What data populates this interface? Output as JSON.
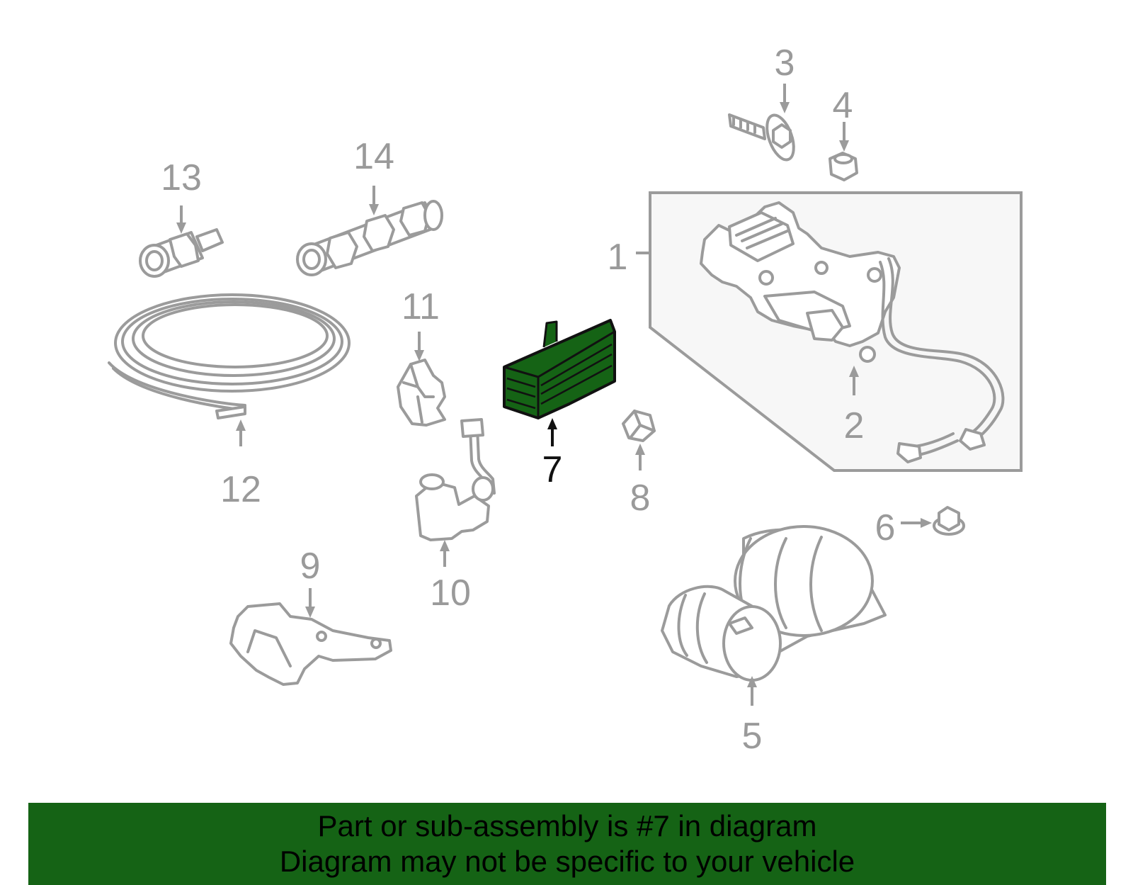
{
  "callouts": {
    "c1": "1",
    "c2": "2",
    "c3": "3",
    "c4": "4",
    "c5": "5",
    "c6": "6",
    "c7": "7",
    "c8": "8",
    "c9": "9",
    "c10": "10",
    "c11": "11",
    "c12": "12",
    "c13": "13",
    "c14": "14"
  },
  "highlight": {
    "part": "7",
    "color": "#156315"
  },
  "banner": {
    "line1": "Part or sub-assembly is #7 in diagram",
    "line2": "Diagram may not be specific to your vehicle",
    "background": "#156315"
  }
}
